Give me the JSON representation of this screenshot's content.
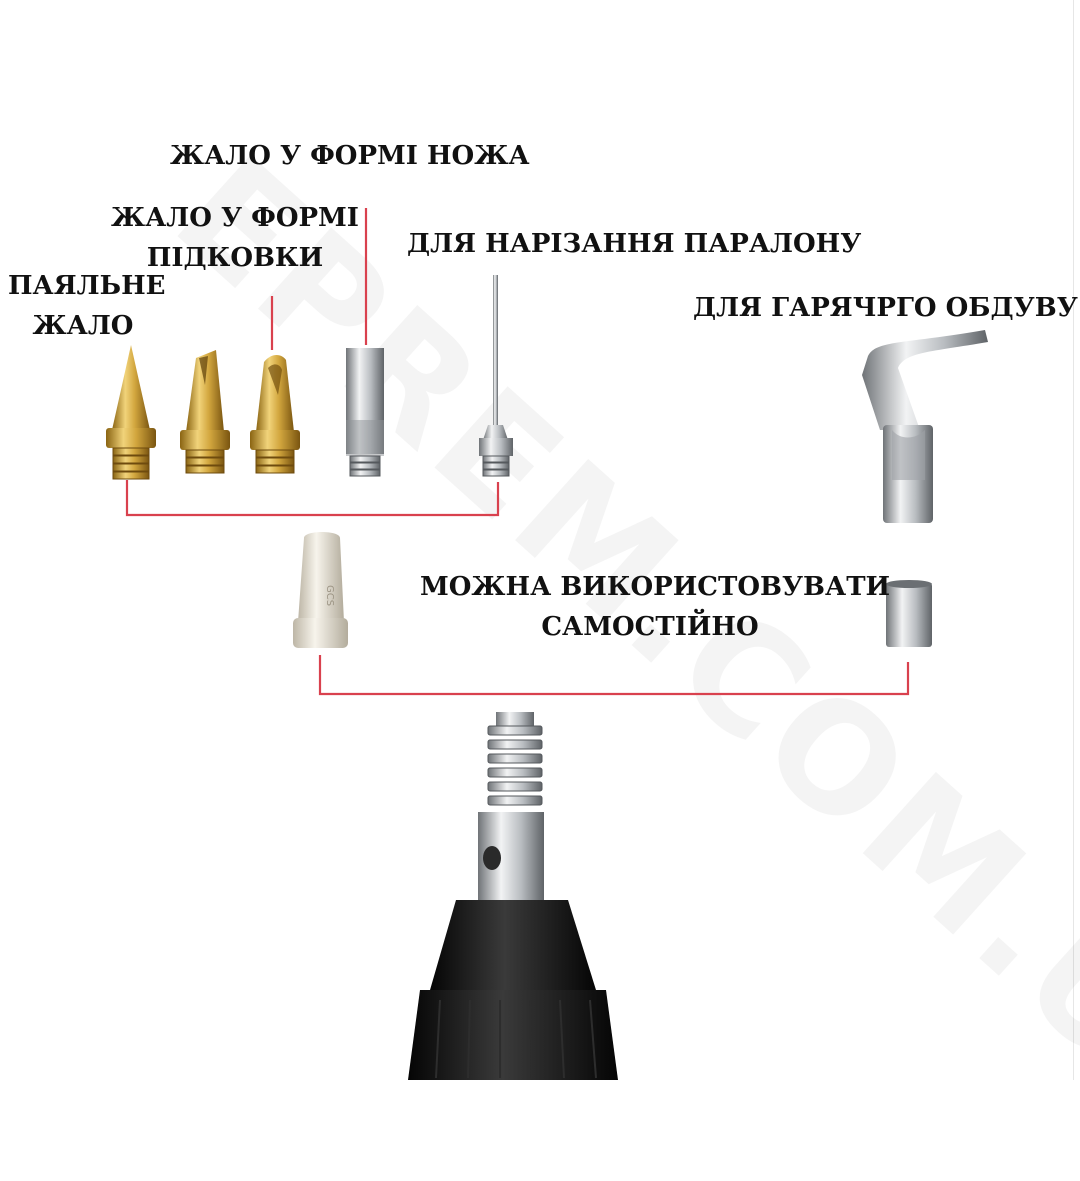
{
  "watermark": "EPREM.COM.UA",
  "labels": {
    "knife_tip": "ЖАЛО У ФОРМІ НОЖА",
    "horseshoe_tip_line1": "ЖАЛО У ФОРМІ",
    "horseshoe_tip_line2": "ПІДКОВКИ",
    "foam_cutting": "ДЛЯ НАРІЗАННЯ ПАРАЛОНУ",
    "soldering_tip_line1": "ПАЯЛЬНЕ",
    "soldering_tip_line2": "ЖАЛО",
    "hot_air": "ДЛЯ ГАРЯЧРГО ОБДУВУ",
    "standalone_line1": "МОЖНА ВИКОРИСТОВУВАТИ",
    "standalone_line2": "САМОСТІЙНО"
  },
  "colors": {
    "connector": "#d9414e",
    "brass": "#c9a03a",
    "steel": "#b8bcc0",
    "handle": "#111111"
  }
}
